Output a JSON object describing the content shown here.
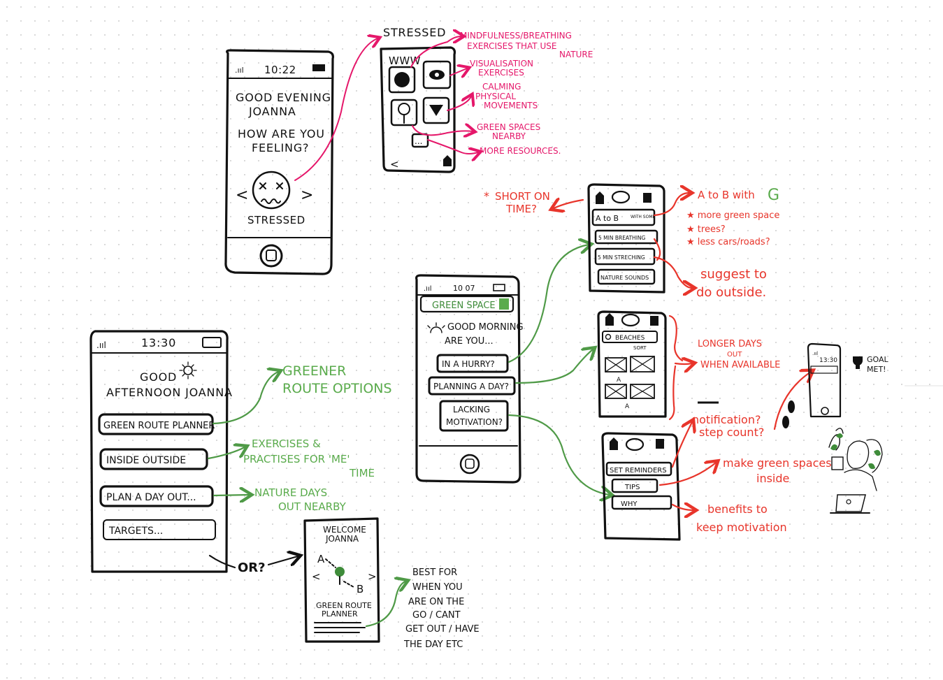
{
  "phone_stressed": {
    "time": "10:22",
    "greeting_1": "GOOD EVENING",
    "greeting_2": "JOANNA",
    "question_1": "HOW ARE YOU",
    "question_2": "FEELING?",
    "mood_label": "STRESSED"
  },
  "stressed_screen": {
    "title": "STRESSED",
    "scribble": "WWW",
    "notes": {
      "mindfulness_1": "MINDFULNESS/BREATHING",
      "mindfulness_2": "EXERCISES THAT USE",
      "mindfulness_3": "NATURE",
      "visualisation_1": "VISUALISATION",
      "visualisation_2": "EXERCISES",
      "calming_1": "CALMING",
      "calming_2": "PHYSICAL",
      "calming_3": "MOVEMENTS",
      "green_1": "GREEN SPACES",
      "green_2": "NEARBY",
      "more": "MORE RESOURCES."
    }
  },
  "phone_afternoon": {
    "time": "13:30",
    "greeting_1": "GOOD",
    "greeting_2": "AFTERNOON JOANNA",
    "buttons": [
      "GREEN ROUTE PLANNER",
      "INSIDE OUTSIDE",
      "PLAN A DAY OUT...",
      "TARGETS..."
    ],
    "notes": {
      "greener_1": "GREENER",
      "greener_2": "ROUTE OPTIONS",
      "exercises_1": "EXERCISES &",
      "exercises_2": "PRACTISES FOR 'ME'",
      "exercises_3": "TIME",
      "nature_1": "NATURE DAYS",
      "nature_2": "OUT NEARBY"
    },
    "or_label": "OR?"
  },
  "welcome_screen": {
    "title_1": "WELCOME",
    "title_2": "JOANNA",
    "point_a": "A",
    "point_b": "B",
    "label_1": "GREEN ROUTE",
    "label_2": "PLANNER",
    "note": [
      "BEST FOR",
      "WHEN YOU",
      "ARE ON THE",
      "GO / CANT",
      "GET OUT / HAVE",
      "THE DAY ETC"
    ]
  },
  "phone_morning": {
    "time": "10 07",
    "app_title": "GREEN SPACE",
    "greeting_1": "GOOD MORNING",
    "greeting_2": "ARE YOU...",
    "buttons": [
      "IN A HURRY?",
      "PLANNING A DAY?",
      "LACKING",
      "MOTIVATION?"
    ]
  },
  "hurry_screen": {
    "items": [
      "A to B",
      "5 MIN BREATHING",
      "5 MIN STRECHING",
      "NATURE SOUNDS"
    ],
    "with_some": "WITH SOME",
    "short_time_1": "SHORT ON",
    "short_time_2": "TIME?",
    "notes": {
      "a_to_b": "A to B with",
      "bullet_1": "more green space",
      "bullet_2": "trees?",
      "bullet_3": "less cars/roads?",
      "suggest_1": "suggest to",
      "suggest_2": "do outside."
    }
  },
  "plan_screen": {
    "search": "BEACHES",
    "sort": "SORT",
    "note_1": "LONGER DAYS",
    "note_2": "OUT",
    "note_3": "WHEN AVAILABLE"
  },
  "motivation_screen": {
    "items": [
      "SET REMINDERS",
      "TIPS",
      "WHY"
    ],
    "notes": {
      "notification_1": "notification?",
      "notification_2": "step count?",
      "make_1": "make green spaces",
      "make_2": "inside",
      "benefits_1": "benefits to",
      "benefits_2": "keep motivation"
    }
  },
  "mini_phone": {
    "time": "13:30",
    "goal_1": "GOAL",
    "goal_2": "MET!"
  },
  "colors": {
    "ink": "#111111",
    "red": "#e8352b",
    "pink": "#e5176a",
    "green": "#5aab4c"
  }
}
